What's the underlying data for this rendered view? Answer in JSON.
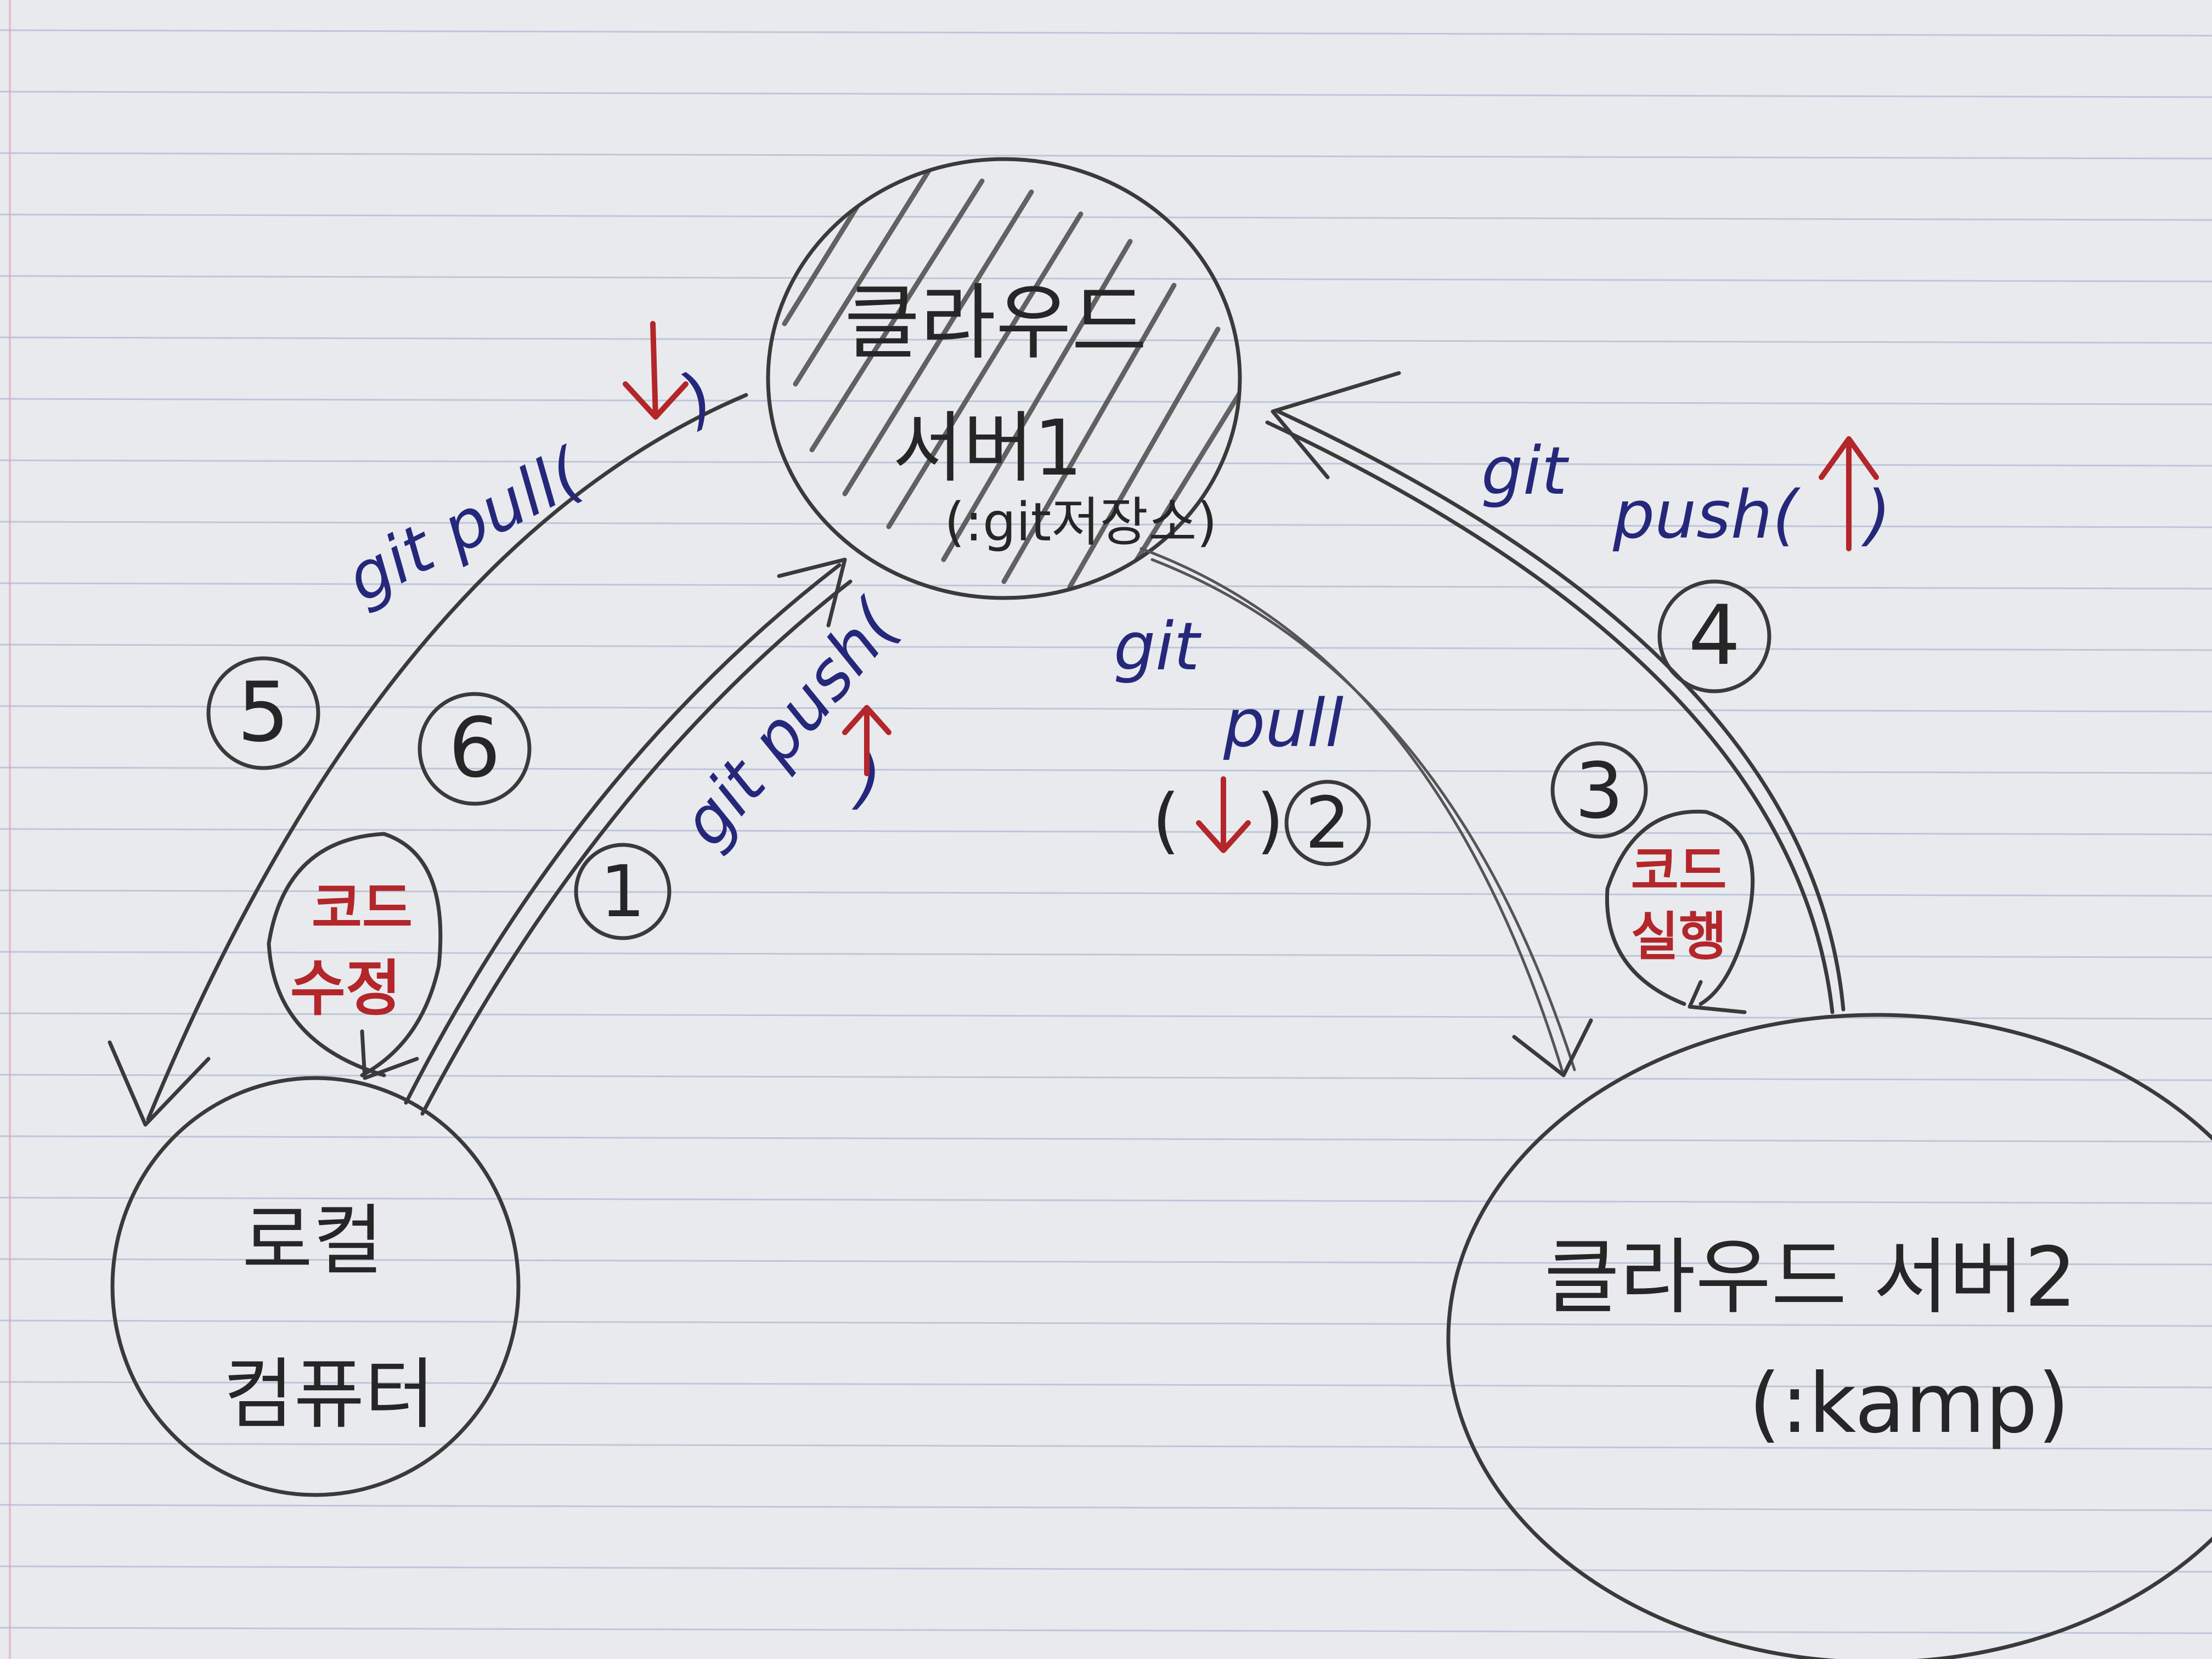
{
  "nodes": {
    "cloud_server_1": {
      "name": "클라우드",
      "sub": "서버1",
      "note": "(:git저장소)"
    },
    "local_computer": {
      "line1": "로컬",
      "line2": "컴퓨터"
    },
    "cloud_server_2": {
      "line1": "클라우드 서버2",
      "line2": "(:kamp)"
    }
  },
  "edges": {
    "step1": {
      "number": "1",
      "label": "git push(",
      "label_close": ")"
    },
    "step2": {
      "number": "2",
      "label_top": "git",
      "label_bottom": "pull",
      "paren_open": "(",
      "paren_close": ")"
    },
    "step4": {
      "number": "4",
      "label_top": "git",
      "label_bottom": "push(",
      "label_close": ")"
    },
    "step5": {
      "number": "5",
      "label": "git pull(",
      "label_close": ")"
    }
  },
  "actions": {
    "step6": {
      "number": "6",
      "line1": "코드",
      "line2": "수정"
    },
    "step3": {
      "number": "3",
      "line1": "코드",
      "line2": "실행"
    }
  },
  "colors": {
    "pencil": "#3a3a3a",
    "blue_ink": "#25287a",
    "red_ink": "#b3262a",
    "paper": "#e9eaee",
    "ruled_line": "#9aa9c9",
    "margin_line": "#d9a7b5"
  }
}
